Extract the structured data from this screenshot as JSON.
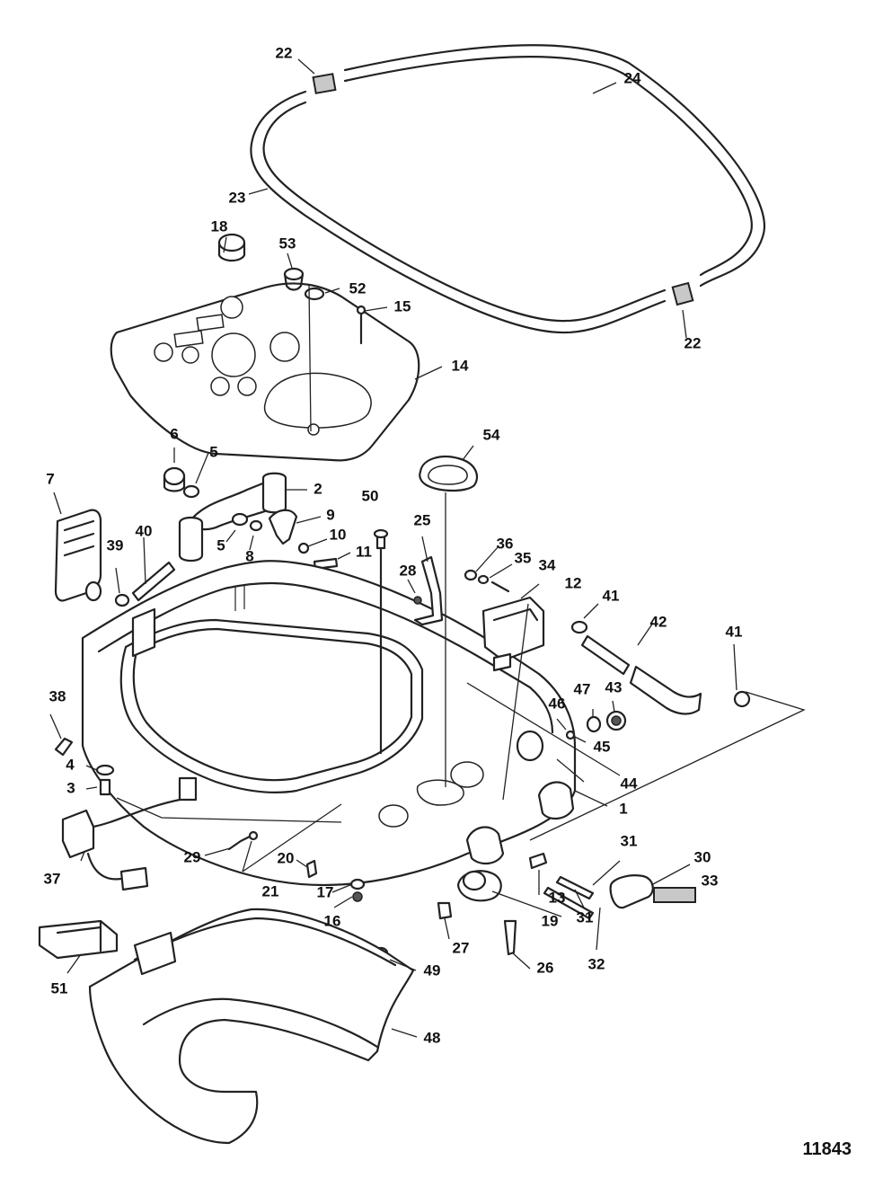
{
  "figure_number": "11843",
  "callouts": [
    {
      "id": "c22a",
      "text": "22"
    },
    {
      "id": "c24",
      "text": "24"
    },
    {
      "id": "c23",
      "text": "23"
    },
    {
      "id": "c22b",
      "text": "22"
    },
    {
      "id": "c18",
      "text": "18"
    },
    {
      "id": "c53",
      "text": "53"
    },
    {
      "id": "c52",
      "text": "52"
    },
    {
      "id": "c15",
      "text": "15"
    },
    {
      "id": "c14",
      "text": "14"
    },
    {
      "id": "c54",
      "text": "54"
    },
    {
      "id": "c6",
      "text": "6"
    },
    {
      "id": "c5a",
      "text": "5"
    },
    {
      "id": "c2",
      "text": "2"
    },
    {
      "id": "c7",
      "text": "7"
    },
    {
      "id": "c9",
      "text": "9"
    },
    {
      "id": "c50",
      "text": "50"
    },
    {
      "id": "c25",
      "text": "25"
    },
    {
      "id": "c36",
      "text": "36"
    },
    {
      "id": "c35",
      "text": "35"
    },
    {
      "id": "c34",
      "text": "34"
    },
    {
      "id": "c12",
      "text": "12"
    },
    {
      "id": "c40",
      "text": "40"
    },
    {
      "id": "c39",
      "text": "39"
    },
    {
      "id": "c5b",
      "text": "5"
    },
    {
      "id": "c8",
      "text": "8"
    },
    {
      "id": "c10",
      "text": "10"
    },
    {
      "id": "c11",
      "text": "11"
    },
    {
      "id": "c28",
      "text": "28"
    },
    {
      "id": "c41a",
      "text": "41"
    },
    {
      "id": "c42",
      "text": "42"
    },
    {
      "id": "c41b",
      "text": "41"
    },
    {
      "id": "c47",
      "text": "47"
    },
    {
      "id": "c43",
      "text": "43"
    },
    {
      "id": "c46",
      "text": "46"
    },
    {
      "id": "c45",
      "text": "45"
    },
    {
      "id": "c38",
      "text": "38"
    },
    {
      "id": "c44",
      "text": "44"
    },
    {
      "id": "c4",
      "text": "4"
    },
    {
      "id": "c3",
      "text": "3"
    },
    {
      "id": "c1",
      "text": "1"
    },
    {
      "id": "c37",
      "text": "37"
    },
    {
      "id": "c29",
      "text": "29"
    },
    {
      "id": "c20",
      "text": "20"
    },
    {
      "id": "c21",
      "text": "21"
    },
    {
      "id": "c17",
      "text": "17"
    },
    {
      "id": "c16",
      "text": "16"
    },
    {
      "id": "c31a",
      "text": "31"
    },
    {
      "id": "c30",
      "text": "30"
    },
    {
      "id": "c33",
      "text": "33"
    },
    {
      "id": "c13",
      "text": "13"
    },
    {
      "id": "c19",
      "text": "19"
    },
    {
      "id": "c31b",
      "text": "31"
    },
    {
      "id": "c32",
      "text": "32"
    },
    {
      "id": "c27",
      "text": "27"
    },
    {
      "id": "c26",
      "text": "26"
    },
    {
      "id": "c49",
      "text": "49"
    },
    {
      "id": "c51",
      "text": "51"
    },
    {
      "id": "c48",
      "text": "48"
    }
  ]
}
